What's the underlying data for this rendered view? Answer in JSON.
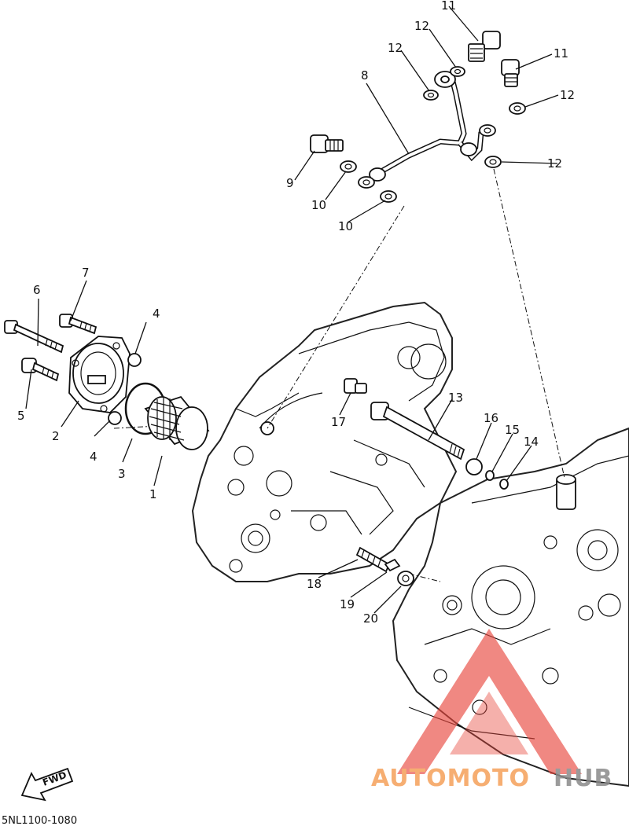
{
  "diagram_code": "5NL1100-1080",
  "fwd_label": "FWD",
  "watermark": {
    "auto": "AUTOMOTO",
    "hub": "HUB",
    "auto_color": "#f5a05a",
    "hub_color": "#8a8a8a",
    "triangle_color": "#e8453c"
  },
  "callouts": {
    "n1": "1",
    "n2": "2",
    "n3": "3",
    "n4a": "4",
    "n4b": "4",
    "n5": "5",
    "n6": "6",
    "n7": "7",
    "n8": "8",
    "n9": "9",
    "n10a": "10",
    "n10b": "10",
    "n11a": "11",
    "n11b": "11",
    "n12a": "12",
    "n12b": "12",
    "n12c": "12",
    "n12d": "12",
    "n13": "13",
    "n14": "14",
    "n15": "15",
    "n16": "16",
    "n17": "17",
    "n18": "18",
    "n19": "19",
    "n20": "20"
  }
}
